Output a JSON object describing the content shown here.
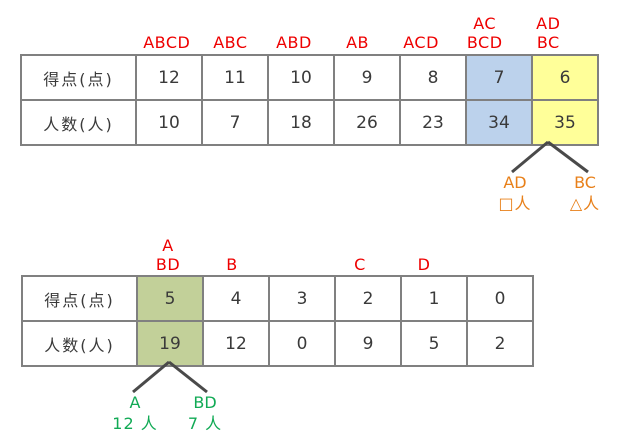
{
  "colors": {
    "header_red": "#ee0000",
    "highlight_blue": "#bcd2ec",
    "highlight_yellow": "#ffff99",
    "highlight_green": "#c2d099",
    "annotation_orange": "#e8801a",
    "annotation_green": "#11aa55",
    "border_gray": "#808080",
    "text_gray": "#3a3a3a"
  },
  "top_table": {
    "headers": [
      {
        "lines": [
          "ABCD"
        ]
      },
      {
        "lines": [
          "ABC"
        ]
      },
      {
        "lines": [
          "ABD"
        ]
      },
      {
        "lines": [
          "AB"
        ]
      },
      {
        "lines": [
          "ACD"
        ]
      },
      {
        "lines": [
          "AC",
          "BCD"
        ]
      },
      {
        "lines": [
          "AD",
          "BC"
        ]
      }
    ],
    "rows": [
      {
        "label": "得点(点)",
        "values": [
          "12",
          "11",
          "10",
          "9",
          "8",
          "7",
          "6"
        ]
      },
      {
        "label": "人数(人)",
        "values": [
          "10",
          "7",
          "18",
          "26",
          "23",
          "34",
          "35"
        ]
      }
    ],
    "highlights": {
      "blue_column_index": 5,
      "yellow_column_index": 6
    }
  },
  "top_annotation": {
    "source_column_index": 6,
    "branches": [
      {
        "label": "AD",
        "quantity": "□人"
      },
      {
        "label": "BC",
        "quantity": "△人"
      }
    ]
  },
  "bottom_table": {
    "headers": [
      {
        "lines": [
          "A",
          "BD"
        ]
      },
      {
        "lines": [
          "B"
        ]
      },
      {
        "lines": [
          ""
        ]
      },
      {
        "lines": [
          "C"
        ]
      },
      {
        "lines": [
          "D"
        ]
      },
      {
        "lines": [
          ""
        ]
      }
    ],
    "rows": [
      {
        "label": "得点(点)",
        "values": [
          "5",
          "4",
          "3",
          "2",
          "1",
          "0"
        ]
      },
      {
        "label": "人数(人)",
        "values": [
          "19",
          "12",
          "0",
          "9",
          "5",
          "2"
        ]
      }
    ],
    "highlights": {
      "green_column_index": 0
    }
  },
  "bottom_annotation": {
    "source_column_index": 0,
    "branches": [
      {
        "label": "A",
        "quantity": "12 人"
      },
      {
        "label": "BD",
        "quantity": "7 人"
      }
    ]
  }
}
